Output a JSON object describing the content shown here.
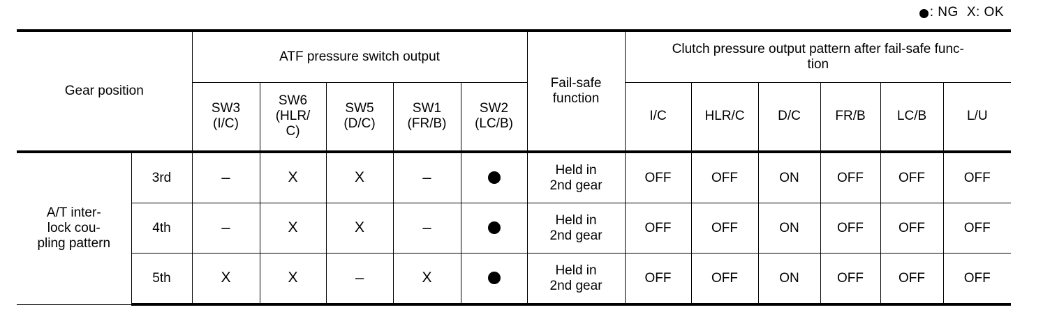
{
  "legend": {
    "ng_symbol": "●",
    "ng_text": ": NG",
    "ok_text": "X: OK"
  },
  "table": {
    "headers": {
      "gear_position": "Gear position",
      "atf_group": "ATF pressure switch output",
      "fail_safe": "Fail-safe\nfunction",
      "clutch_group": "Clutch pressure output pattern after fail-safe func-\ntion",
      "switch_columns": [
        {
          "name": "SW3",
          "circuit": "(I/C)"
        },
        {
          "name": "SW6",
          "circuit": "(HLR/\nC)"
        },
        {
          "name": "SW5",
          "circuit": "(D/C)"
        },
        {
          "name": "SW1",
          "circuit": "(FR/B)"
        },
        {
          "name": "SW2",
          "circuit": "(LC/B)"
        }
      ],
      "clutch_columns": [
        "I/C",
        "HLR/C",
        "D/C",
        "FR/B",
        "LC/B",
        "L/U"
      ]
    },
    "row_group_label": "A/T inter-\nlock cou-\npling pattern",
    "rows": [
      {
        "gear": "3rd",
        "switches": [
          "–",
          "X",
          "X",
          "–",
          "●"
        ],
        "fail_safe": "Held in\n2nd gear",
        "clutch": [
          "OFF",
          "OFF",
          "ON",
          "OFF",
          "OFF",
          "OFF"
        ]
      },
      {
        "gear": "4th",
        "switches": [
          "–",
          "X",
          "X",
          "–",
          "●"
        ],
        "fail_safe": "Held in\n2nd gear",
        "clutch": [
          "OFF",
          "OFF",
          "ON",
          "OFF",
          "OFF",
          "OFF"
        ]
      },
      {
        "gear": "5th",
        "switches": [
          "X",
          "X",
          "–",
          "X",
          "●"
        ],
        "fail_safe": "Held in\n2nd gear",
        "clutch": [
          "OFF",
          "OFF",
          "ON",
          "OFF",
          "OFF",
          "OFF"
        ]
      }
    ]
  },
  "colors": {
    "ink": "#000000",
    "paper": "#ffffff"
  }
}
